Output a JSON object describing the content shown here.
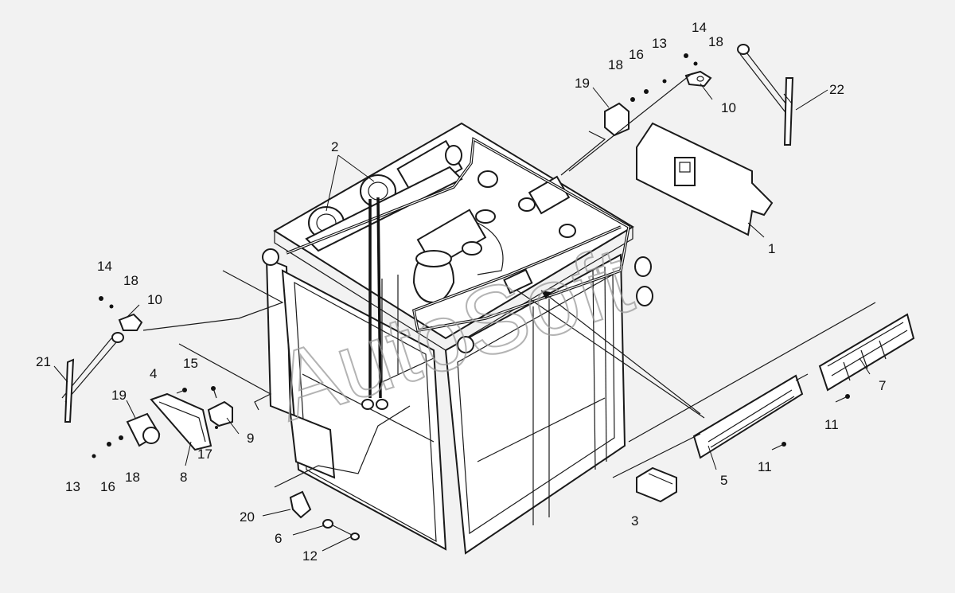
{
  "watermark": "AutoSoft",
  "callouts": [
    {
      "id": "c1",
      "text": "1"
    },
    {
      "id": "c2",
      "text": "2"
    },
    {
      "id": "c3",
      "text": "3"
    },
    {
      "id": "c4",
      "text": "4"
    },
    {
      "id": "c5",
      "text": "5"
    },
    {
      "id": "c6",
      "text": "6"
    },
    {
      "id": "c7",
      "text": "7"
    },
    {
      "id": "c8",
      "text": "8"
    },
    {
      "id": "c9",
      "text": "9"
    },
    {
      "id": "c10a",
      "text": "10"
    },
    {
      "id": "c10b",
      "text": "10"
    },
    {
      "id": "c11a",
      "text": "11"
    },
    {
      "id": "c11b",
      "text": "11"
    },
    {
      "id": "c12",
      "text": "12"
    },
    {
      "id": "c13a",
      "text": "13"
    },
    {
      "id": "c13b",
      "text": "13"
    },
    {
      "id": "c14a",
      "text": "14"
    },
    {
      "id": "c14b",
      "text": "14"
    },
    {
      "id": "c15",
      "text": "15"
    },
    {
      "id": "c16a",
      "text": "16"
    },
    {
      "id": "c16b",
      "text": "16"
    },
    {
      "id": "c17",
      "text": "17"
    },
    {
      "id": "c18a",
      "text": "18"
    },
    {
      "id": "c18b",
      "text": "18"
    },
    {
      "id": "c18c",
      "text": "18"
    },
    {
      "id": "c19a",
      "text": "19"
    },
    {
      "id": "c19b",
      "text": "19"
    },
    {
      "id": "c20",
      "text": "20"
    },
    {
      "id": "c21",
      "text": "21"
    },
    {
      "id": "c22",
      "text": "22"
    }
  ]
}
